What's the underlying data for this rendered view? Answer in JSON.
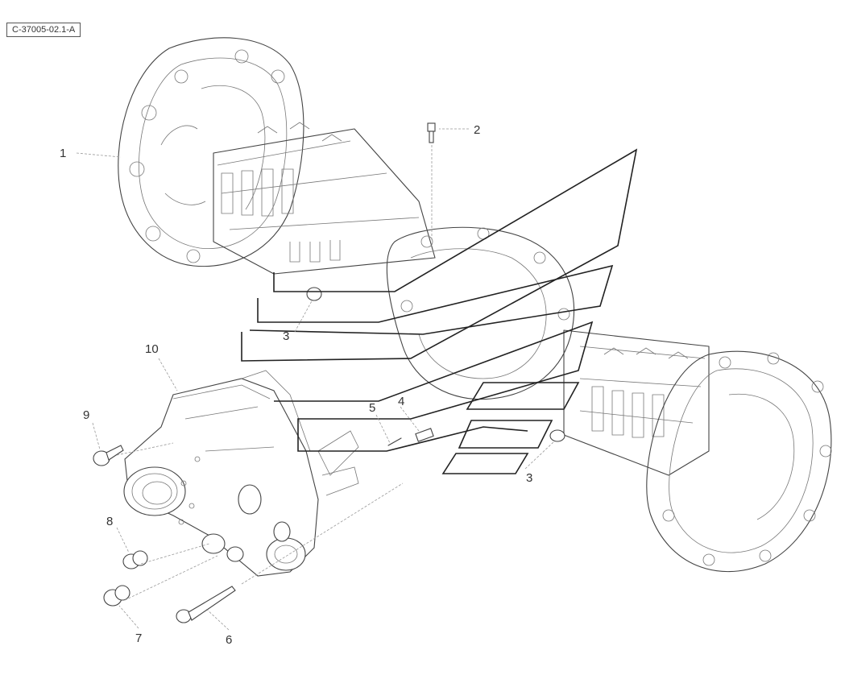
{
  "drawing_ref": "C-37005-02.1-A",
  "callouts": [
    {
      "id": "1",
      "label": "1"
    },
    {
      "id": "2",
      "label": "2"
    },
    {
      "id": "3a",
      "label": "3"
    },
    {
      "id": "3b",
      "label": "3"
    },
    {
      "id": "4",
      "label": "4"
    },
    {
      "id": "5",
      "label": "5"
    },
    {
      "id": "6",
      "label": "6"
    },
    {
      "id": "7",
      "label": "7"
    },
    {
      "id": "8",
      "label": "8"
    },
    {
      "id": "9",
      "label": "9"
    },
    {
      "id": "10",
      "label": "10"
    }
  ],
  "colors": {
    "line": "#444444",
    "background": "#ffffff"
  }
}
